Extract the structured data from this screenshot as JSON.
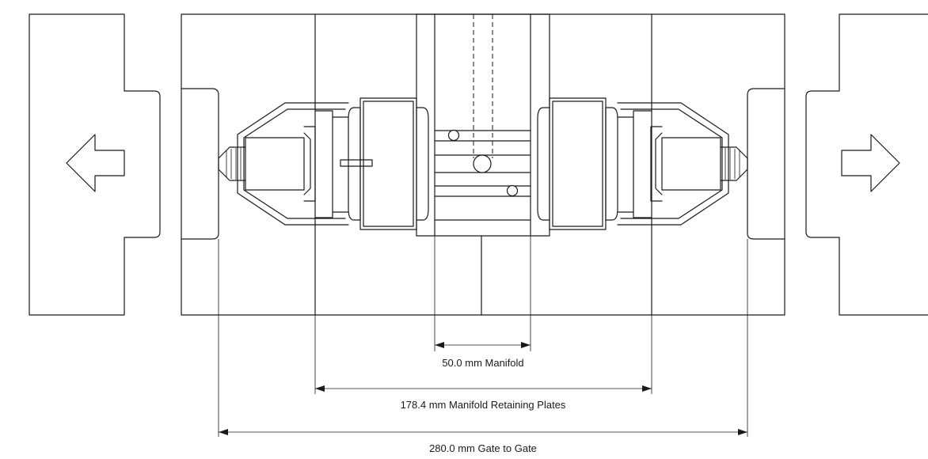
{
  "diagram": {
    "line_color": "#1a1a1a",
    "background": "#ffffff",
    "dimensions": [
      {
        "id": "manifold",
        "label": "50.0 mm Manifold"
      },
      {
        "id": "retaining",
        "label": "178.4 mm Manifold Retaining Plates"
      },
      {
        "id": "gate",
        "label": "280.0 mm Gate to Gate"
      }
    ],
    "arrows": [
      {
        "id": "left",
        "direction": "left",
        "icon": "arrow-left-icon"
      },
      {
        "id": "right",
        "direction": "right",
        "icon": "arrow-right-icon"
      }
    ]
  }
}
